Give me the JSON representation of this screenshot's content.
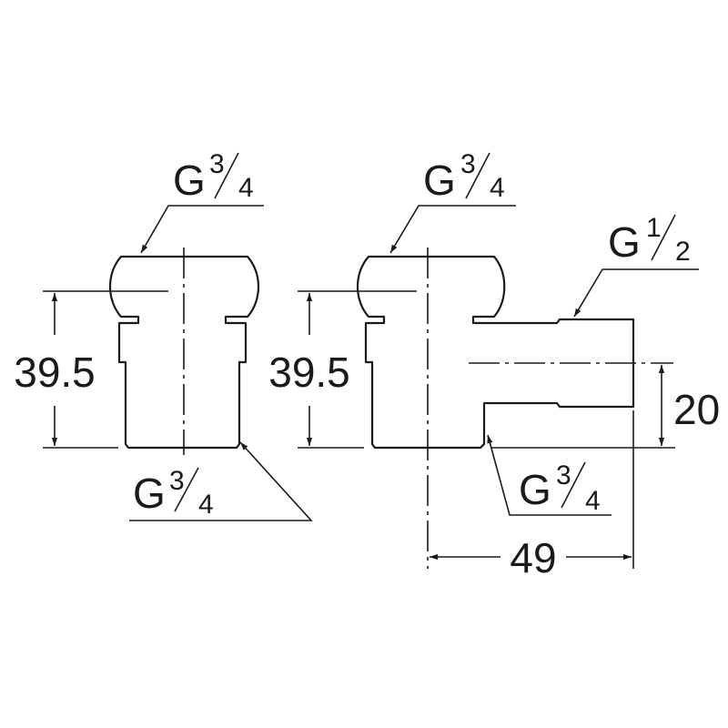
{
  "left_view": {
    "top_thread": {
      "prefix": "G",
      "num": "3",
      "den": "4"
    },
    "bottom_thread": {
      "prefix": "G",
      "num": "3",
      "den": "4"
    },
    "height_dim": "39.5"
  },
  "right_view": {
    "top_thread": {
      "prefix": "G",
      "num": "3",
      "den": "4"
    },
    "side_thread": {
      "prefix": "G",
      "num": "1",
      "den": "2"
    },
    "bottom_thread": {
      "prefix": "G",
      "num": "3",
      "den": "4"
    },
    "height_dim": "39.5",
    "offset_dim": "20",
    "width_dim": "49"
  }
}
